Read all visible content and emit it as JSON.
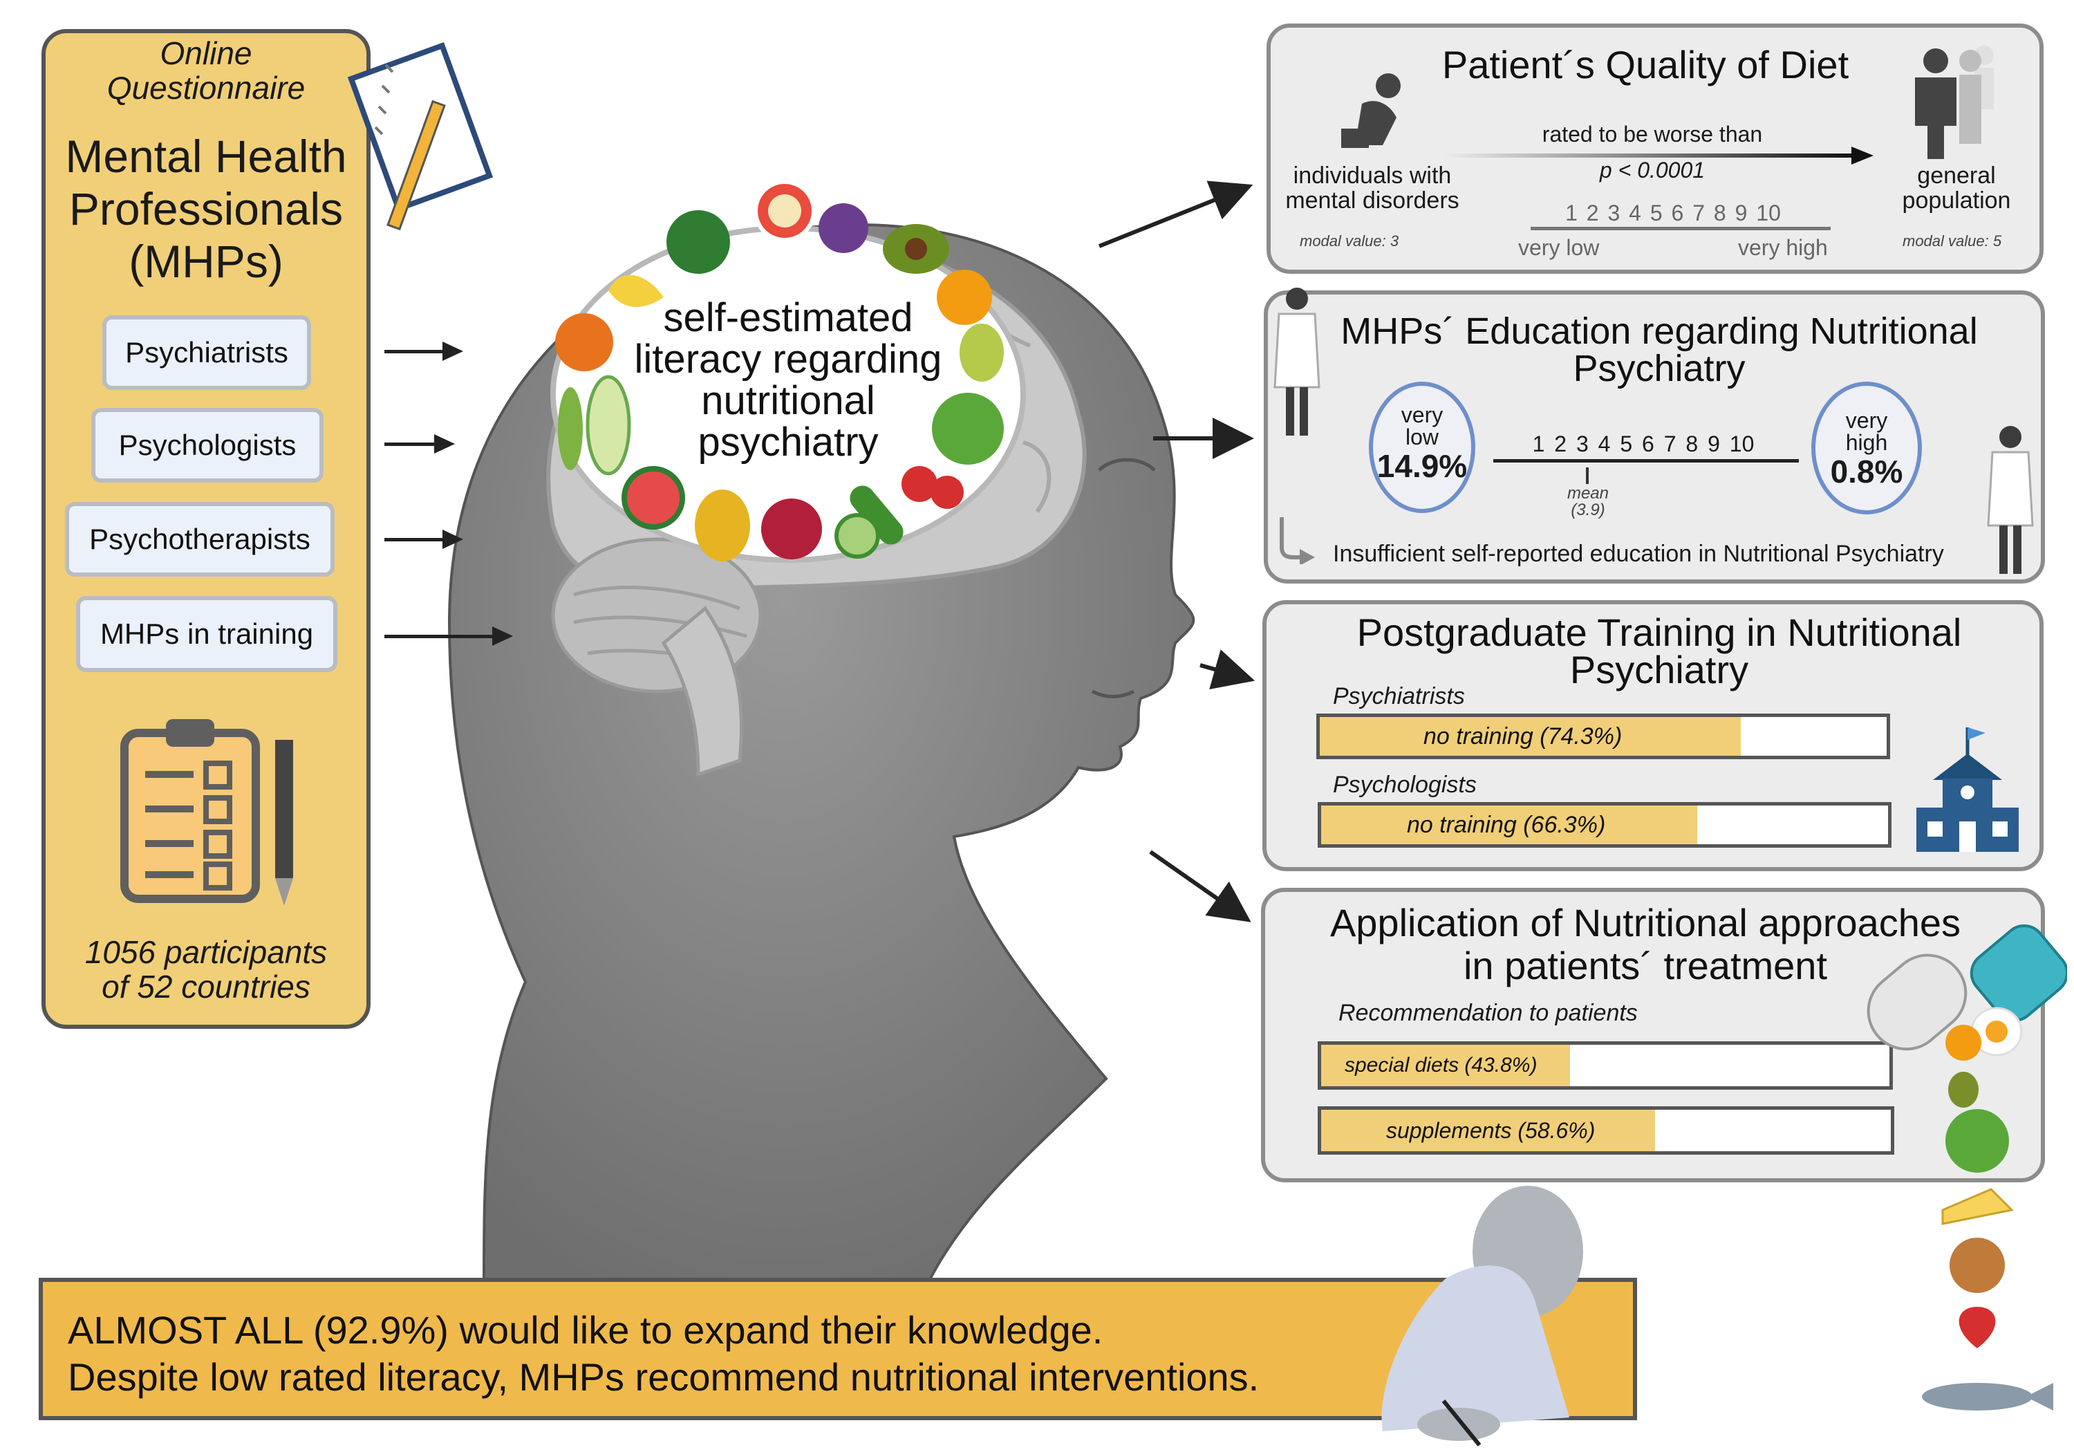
{
  "left_panel": {
    "questionnaire": [
      "Online",
      "Questionnaire"
    ],
    "title": [
      "Mental Health",
      "Professionals",
      "(MHPs)"
    ],
    "roles": [
      "Psychiatrists",
      "Psychologists",
      "Psychotherapists",
      "MHPs in training"
    ],
    "participants": [
      "1056 participants",
      "of 52 countries"
    ]
  },
  "center": {
    "literacy_text": [
      "self-estimated",
      "literacy regarding",
      "nutritional",
      "psychiatry"
    ]
  },
  "quality_panel": {
    "title": "Patient´s Quality of Diet",
    "left_group": [
      "individuals with",
      "mental disorders"
    ],
    "right_group": [
      "general",
      "population"
    ],
    "comparison": "rated to be worse than",
    "p_value": "p < 0.0001",
    "scale": "1 2 3 4 5 6 7 8 9 10",
    "scale_low": "very low",
    "scale_high": "very high",
    "left_modal": "modal value: 3",
    "right_modal": "modal value: 5"
  },
  "education_panel": {
    "title": [
      "MHPs´ Education regarding Nutritional",
      "Psychiatry"
    ],
    "low_label": [
      "very",
      "low"
    ],
    "low_value": "14.9%",
    "high_label": [
      "very",
      "high"
    ],
    "high_value": "0.8%",
    "scale": "1 2 3 4 5 6 7 8 9 10",
    "mean_label": "mean",
    "mean_value": "(3.9)",
    "mean": 3.9,
    "conclusion": "Insufficient self-reported education in Nutritional Psychiatry"
  },
  "training_panel": {
    "title": [
      "Postgraduate Training in Nutritional",
      "Psychiatry"
    ],
    "bars": [
      {
        "group": "Psychiatrists",
        "label": "no training (74.3%)",
        "value": 74.3
      },
      {
        "group": "Psychologists",
        "label": "no training (66.3%)",
        "value": 66.3
      }
    ]
  },
  "application_panel": {
    "title": [
      "Application of Nutritional approaches",
      "in patients´ treatment"
    ],
    "subtitle": "Recommendation to patients",
    "bars": [
      {
        "label": "special diets (43.8%)",
        "value": 43.8
      },
      {
        "label": "supplements (58.6%)",
        "value": 58.6
      }
    ]
  },
  "bottom": {
    "lines": [
      "ALMOST ALL (92.9%) would like to expand their knowledge.",
      "Despite low rated literacy, MHPs recommend nutritional interventions."
    ]
  },
  "colors": {
    "panel_yellow": "#f1cf78",
    "banner_orange": "#f0b94b",
    "circle_blue": "#6f8fcb",
    "head_gray": "#7d7d7d"
  }
}
